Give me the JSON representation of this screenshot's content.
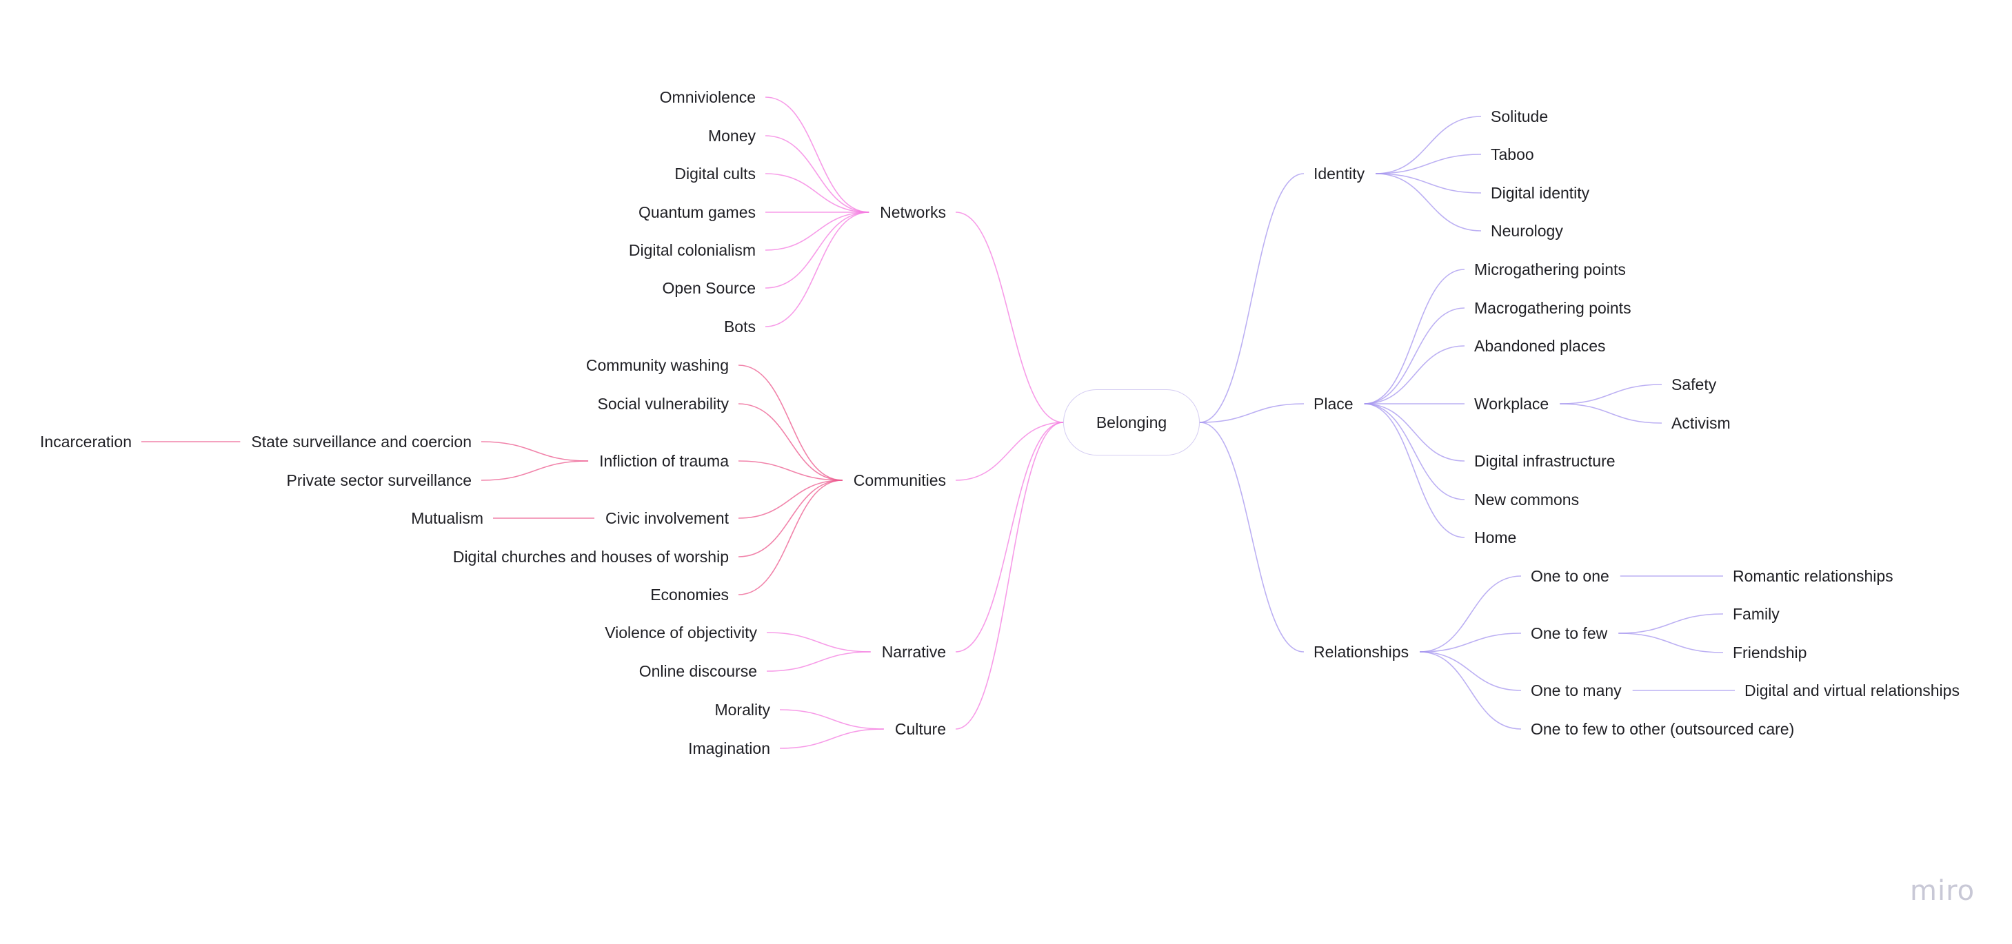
{
  "root": "Belonging",
  "logo": "miro",
  "colors": {
    "left": "#f47be0",
    "right": "#a596ef",
    "leftDeep": "#ec5a8e"
  },
  "left": [
    {
      "label": "Networks",
      "children": [
        {
          "label": "Omniviolence"
        },
        {
          "label": "Money"
        },
        {
          "label": "Digital cults"
        },
        {
          "label": "Quantum games"
        },
        {
          "label": "Digital colonialism"
        },
        {
          "label": "Open Source"
        },
        {
          "label": "Bots"
        }
      ]
    },
    {
      "label": "Communities",
      "children": [
        {
          "label": "Community washing"
        },
        {
          "label": "Social vulnerability"
        },
        {
          "label": "Infliction of trauma",
          "children": [
            {
              "label": "State surveillance and coercion",
              "children": [
                {
                  "label": "Incarceration"
                }
              ]
            },
            {
              "label": "Private sector surveillance"
            }
          ]
        },
        {
          "label": "Civic involvement",
          "children": [
            {
              "label": "Mutualism"
            }
          ]
        },
        {
          "label": "Digital churches and houses of worship"
        },
        {
          "label": "Economies"
        }
      ]
    },
    {
      "label": "Narrative",
      "children": [
        {
          "label": "Violence of objectivity"
        },
        {
          "label": "Online discourse"
        }
      ]
    },
    {
      "label": "Culture",
      "children": [
        {
          "label": "Morality"
        },
        {
          "label": "Imagination"
        }
      ]
    }
  ],
  "right": [
    {
      "label": "Identity",
      "children": [
        {
          "label": "Solitude"
        },
        {
          "label": "Taboo"
        },
        {
          "label": "Digital identity"
        },
        {
          "label": "Neurology"
        }
      ]
    },
    {
      "label": "Place",
      "children": [
        {
          "label": "Microgathering points"
        },
        {
          "label": "Macrogathering points"
        },
        {
          "label": "Abandoned places"
        },
        {
          "label": "Workplace",
          "children": [
            {
              "label": "Safety"
            },
            {
              "label": "Activism"
            }
          ]
        },
        {
          "label": "Digital infrastructure"
        },
        {
          "label": "New commons"
        },
        {
          "label": "Home"
        }
      ]
    },
    {
      "label": "Relationships",
      "children": [
        {
          "label": "One to one",
          "children": [
            {
              "label": "Romantic relationships"
            }
          ]
        },
        {
          "label": "One to few",
          "children": [
            {
              "label": "Family"
            },
            {
              "label": "Friendship"
            }
          ]
        },
        {
          "label": "One to many",
          "children": [
            {
              "label": "Digital and virtual relationships"
            }
          ]
        },
        {
          "label": "One to few to other (outsourced care)"
        }
      ]
    }
  ]
}
